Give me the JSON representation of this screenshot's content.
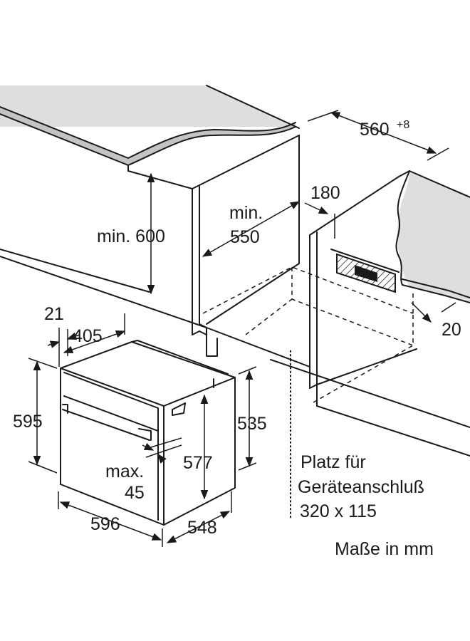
{
  "dimensions": {
    "niche_width": "560",
    "niche_width_tolerance": "+8",
    "cutout_offset": "180",
    "min_height": "min. 600",
    "min_depth_line1": "min.",
    "min_depth_line2": "550",
    "side_gap": "20",
    "front_offset": "21",
    "depth_405": "405",
    "height_595": "595",
    "height_535": "535",
    "height_577": "577",
    "max_line1": "max.",
    "max_line2": "45",
    "width_596": "596",
    "depth_548": "548"
  },
  "notes": {
    "connection_line1": "Platz für",
    "connection_line2": "Geräteanschluß",
    "connection_line3": "320 x 115",
    "units": "Maße in mm"
  }
}
